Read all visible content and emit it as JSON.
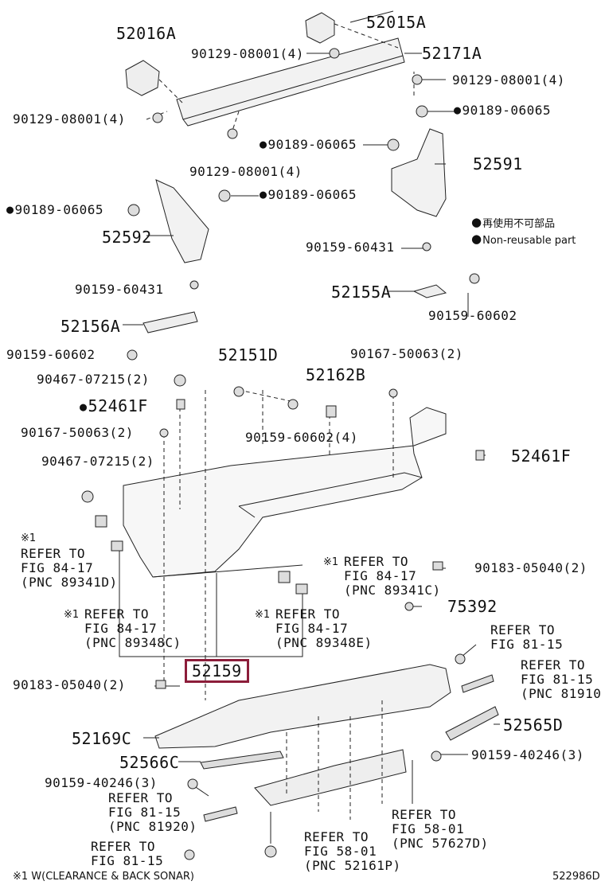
{
  "colors": {
    "line": "#222222",
    "part_fill": "#f2f2f2",
    "highlight": "#8c1d3a"
  },
  "legend": {
    "reuse_jp": "再使用不可部品",
    "reuse_en": "Non-reusable part"
  },
  "footer": {
    "note": "※1 W(CLEARANCE & BACK SONAR)",
    "code": "522986D"
  },
  "labels": {
    "p52016A": "52016A",
    "p52015A": "52015A",
    "p52171A": "52171A",
    "b90129_top": "90129-08001(4)",
    "b90129_right": "90129-08001(4)",
    "b90129_left": "90129-08001(4)",
    "b90129_mid": "90129-08001(4)",
    "c90189_right": "90189-06065",
    "c90189_mid": "90189-06065",
    "c90189_center": "90189-06065",
    "c90189_left": "90189-06065",
    "p52591": "52591",
    "p52592": "52592",
    "s90159_60431_right": "90159-60431",
    "s90159_60431_left": "90159-60431",
    "p52155A": "52155A",
    "s90159_60602_right": "90159-60602",
    "p52156A": "52156A",
    "s90159_60602_left": "90159-60602",
    "p52151D": "52151D",
    "s90167_top": "90167-50063(2)",
    "c90467_top": "90467-07215(2)",
    "p52162B": "52162B",
    "p52461F_left": "52461F",
    "s90167_left": "90167-50063(2)",
    "s90159_60602_4": "90159-60602(4)",
    "p52461F_right": "52461F",
    "c90467_left": "90467-07215(2)",
    "mark1_a": "※1",
    "refer_a1": "REFER TO",
    "refer_a2": "FIG 84-17",
    "refer_a3": "(PNC 89341D)",
    "mark1_b": "※1",
    "refer_b1": "REFER TO",
    "refer_b2": "FIG 84-17",
    "refer_b3": "(PNC 89341C)",
    "s90183_right": "90183-05040(2)",
    "p75392": "75392",
    "mark1_c": "※1",
    "refer_c1": "REFER TO",
    "refer_c2": "FIG 84-17",
    "refer_c3": "(PNC 89348C)",
    "mark1_d": "※1",
    "refer_d1": "REFER TO",
    "refer_d2": "FIG 84-17",
    "refer_d3": "(PNC 89348E)",
    "refer_e1": "REFER TO",
    "refer_e2": "FIG 81-15",
    "refer_f1": "REFER TO",
    "refer_f2": "FIG 81-15",
    "refer_f3": "(PNC 81910",
    "p52159": "52159",
    "s90183_left": "90183-05040(2)",
    "p52169C": "52169C",
    "p52565D": "52565D",
    "p52566C": "52566C",
    "s90159_40246_right": "90159-40246(3)",
    "s90159_40246_left": "90159-40246(3)",
    "refer_g1": "REFER TO",
    "refer_g2": "FIG 81-15",
    "refer_g3": "(PNC 81920)",
    "refer_h1": "REFER TO",
    "refer_h2": "FIG 58-01",
    "refer_h3": "(PNC 57627D)",
    "refer_i1": "REFER TO",
    "refer_i2": "FIG 81-15",
    "refer_j1": "REFER TO",
    "refer_j2": "FIG 58-01",
    "refer_j3": "(PNC 52161P)"
  }
}
